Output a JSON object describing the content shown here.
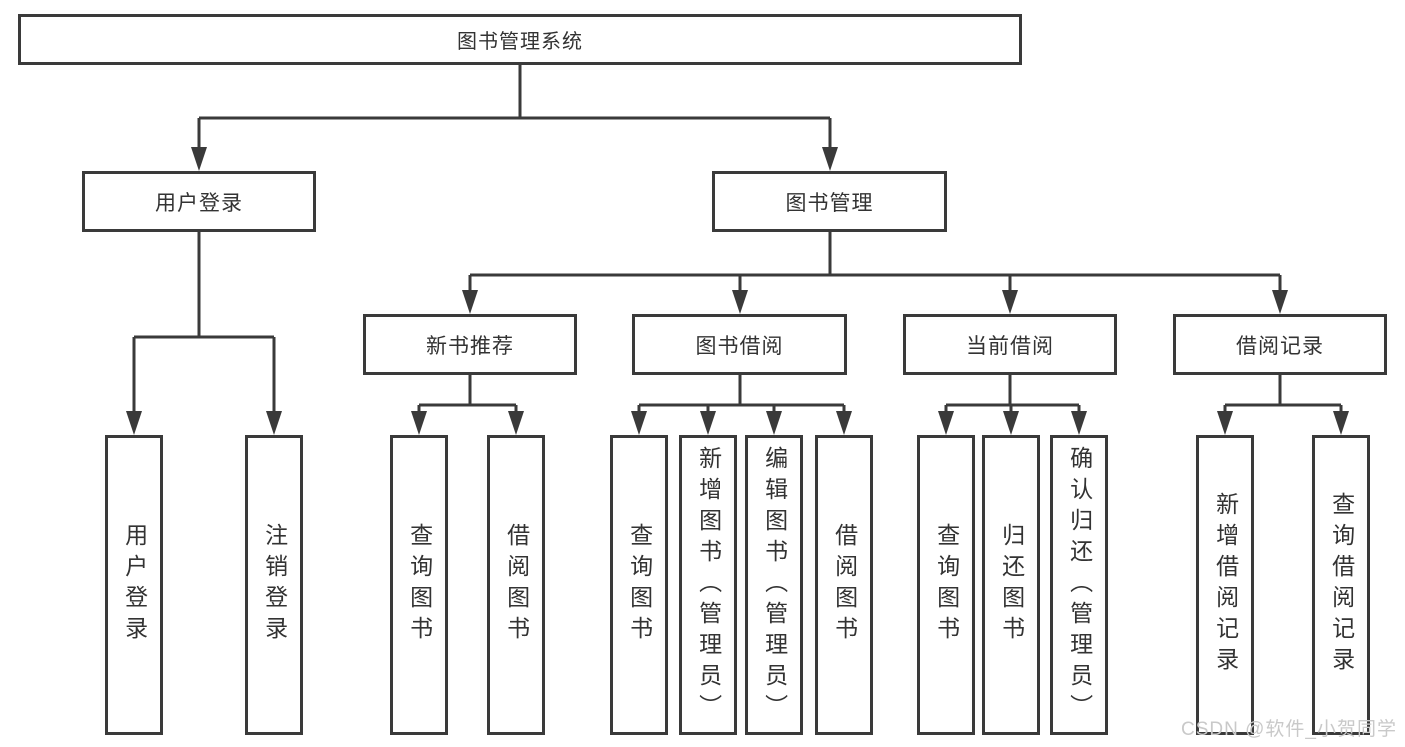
{
  "diagram": {
    "title": "图书管理系统",
    "tree": {
      "label": "图书管理系统",
      "children": [
        {
          "label": "用户登录",
          "children": [
            {
              "label": "用户登录"
            },
            {
              "label": "注销登录"
            }
          ]
        },
        {
          "label": "图书管理",
          "children": [
            {
              "label": "新书推荐",
              "children": [
                {
                  "label": "查询图书"
                },
                {
                  "label": "借阅图书"
                }
              ]
            },
            {
              "label": "图书借阅",
              "children": [
                {
                  "label": "查询图书"
                },
                {
                  "label": "新增图书（管理员）"
                },
                {
                  "label": "编辑图书（管理员）"
                },
                {
                  "label": "借阅图书"
                }
              ]
            },
            {
              "label": "当前借阅",
              "children": [
                {
                  "label": "查询图书"
                },
                {
                  "label": "归还图书"
                },
                {
                  "label": "确认归还（管理员）"
                }
              ]
            },
            {
              "label": "借阅记录",
              "children": [
                {
                  "label": "新增借阅记录"
                },
                {
                  "label": "查询借阅记录"
                }
              ]
            }
          ]
        }
      ]
    }
  },
  "watermark": "CSDN @软件_小贺同学",
  "colors": {
    "line": "#3a3a3a",
    "text": "#333333",
    "watermark": "#c9c9c9",
    "background": "#ffffff"
  }
}
